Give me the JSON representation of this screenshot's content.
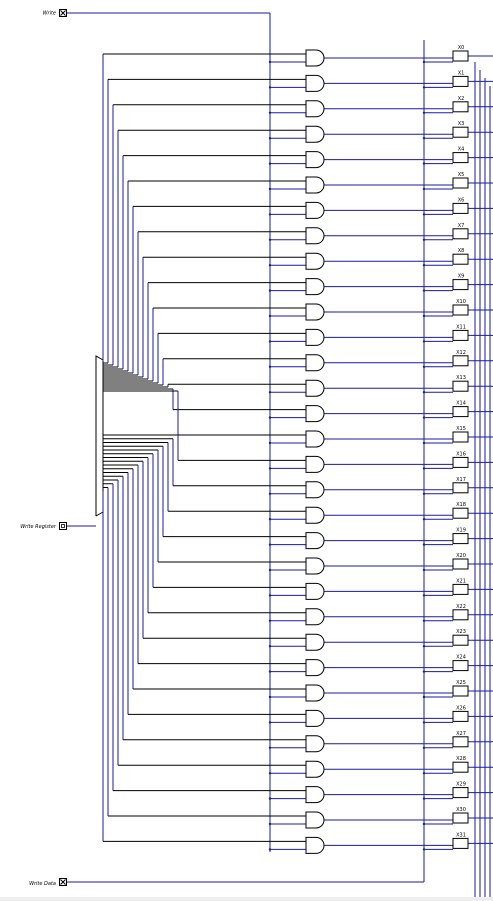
{
  "pins": {
    "write": "Write",
    "write_register": "Write Register",
    "write_data": "Write Data"
  },
  "registers": [
    "X0",
    "X1",
    "X2",
    "X3",
    "X4",
    "X5",
    "X6",
    "X7",
    "X8",
    "X9",
    "X10",
    "X11",
    "X12",
    "X13",
    "X14",
    "X15",
    "X16",
    "X17",
    "X18",
    "X19",
    "X20",
    "X21",
    "X22",
    "X23",
    "X24",
    "X25",
    "X26",
    "X27",
    "X28",
    "X29",
    "X30",
    "X31"
  ],
  "colors": {
    "wire": "#1a1aa0",
    "component": "#000000"
  }
}
